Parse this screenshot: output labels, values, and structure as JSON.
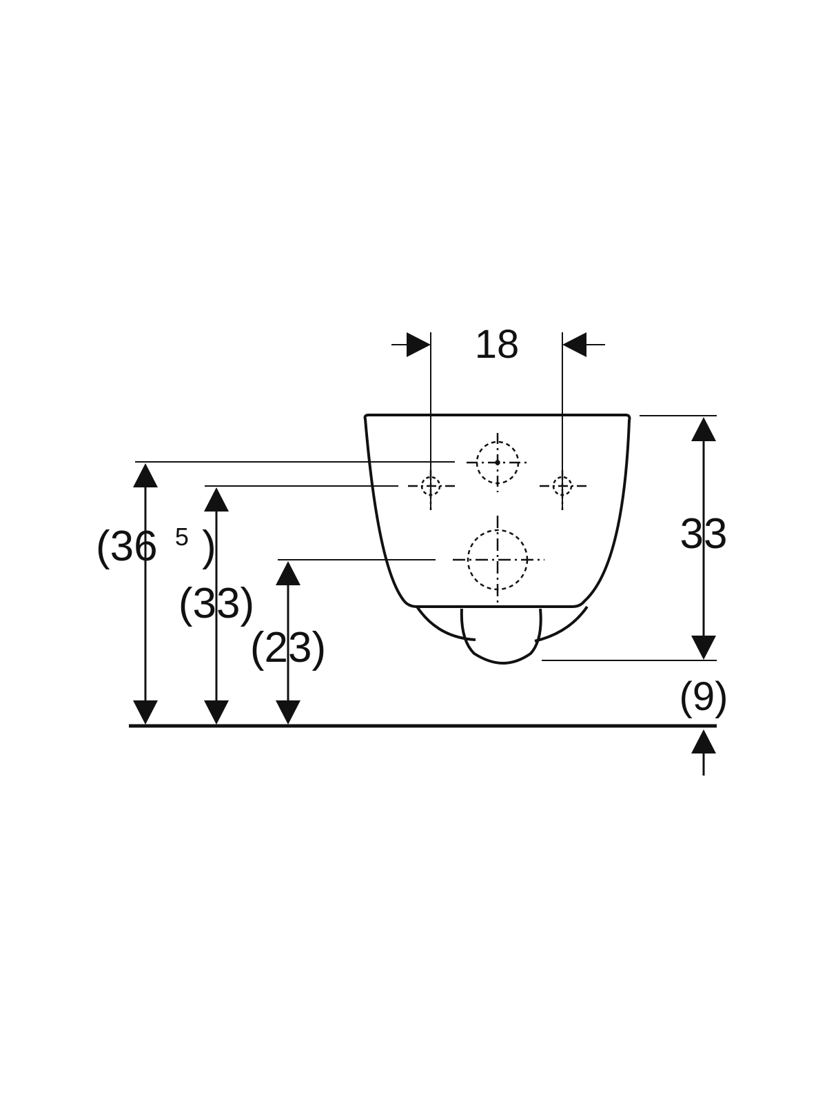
{
  "drawing": {
    "line_color": "#111111",
    "background": "#ffffff",
    "dimensions": {
      "top_spacing": "18",
      "right_height": "33",
      "right_bottom_paren": "(9)",
      "left_outer": {
        "main": "(36",
        "superscript": "5",
        "close": ")"
      },
      "left_middle": "(33)",
      "left_inner": "(23)"
    }
  }
}
